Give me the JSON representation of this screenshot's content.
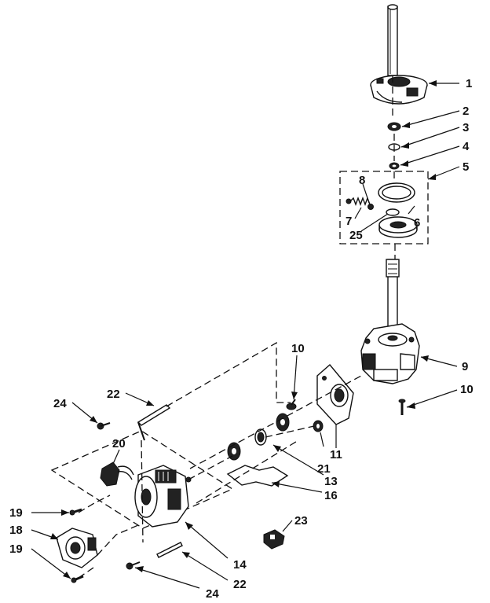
{
  "diagram": {
    "callouts": [
      {
        "id": "c1",
        "text": "1"
      },
      {
        "id": "c2",
        "text": "2"
      },
      {
        "id": "c3",
        "text": "3"
      },
      {
        "id": "c4",
        "text": "4"
      },
      {
        "id": "c5",
        "text": "5"
      },
      {
        "id": "c8",
        "text": "8"
      },
      {
        "id": "c7",
        "text": "7"
      },
      {
        "id": "c6",
        "text": "6"
      },
      {
        "id": "c25",
        "text": "25"
      },
      {
        "id": "c9",
        "text": "9"
      },
      {
        "id": "c10a",
        "text": "10"
      },
      {
        "id": "c10b",
        "text": "10"
      },
      {
        "id": "c11",
        "text": "11"
      },
      {
        "id": "c21",
        "text": "21"
      },
      {
        "id": "c13",
        "text": "13"
      },
      {
        "id": "c16",
        "text": "16"
      },
      {
        "id": "c22a",
        "text": "22"
      },
      {
        "id": "c24a",
        "text": "24"
      },
      {
        "id": "c20",
        "text": "20"
      },
      {
        "id": "c19a",
        "text": "19"
      },
      {
        "id": "c18",
        "text": "18"
      },
      {
        "id": "c19b",
        "text": "19"
      },
      {
        "id": "c23",
        "text": "23"
      },
      {
        "id": "c14",
        "text": "14"
      },
      {
        "id": "c22b",
        "text": "22"
      },
      {
        "id": "c24b",
        "text": "24"
      }
    ]
  }
}
